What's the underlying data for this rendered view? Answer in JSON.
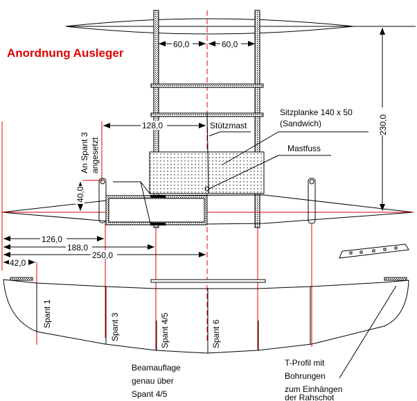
{
  "title": "Anordnung Ausleger",
  "colors": {
    "accent": "#e00000",
    "line": "#000000"
  },
  "dimensions": {
    "beam_left": "60,0",
    "beam_right": "60,0",
    "mast_offset": "128,0",
    "height_total": "230,0",
    "pylon_height": "40,0",
    "d126": "126,0",
    "d188": "188,0",
    "d250": "250,0",
    "d42": "42,0"
  },
  "labels": {
    "stuetzmast": "Stützmast",
    "sitzplanke_1": "Sitzplanke 140 x 50",
    "sitzplanke_2": "(Sandwich)",
    "mastfuss": "Mastfuss",
    "an_spant_1": "An Spant 3",
    "an_spant_2": "angesetzt",
    "beam_1": "Beamauflage",
    "beam_2": "genau über",
    "beam_3": "Spant 4/5",
    "tprofil_1": "T-Profil mit",
    "tprofil_2": "Bohrungen",
    "tprofil_3": "zum Einhängen",
    "tprofil_4": "der Rahschot"
  },
  "spanten": [
    "Spant 1",
    "Spant 3",
    "Spant 4/5",
    "Spant 6"
  ]
}
